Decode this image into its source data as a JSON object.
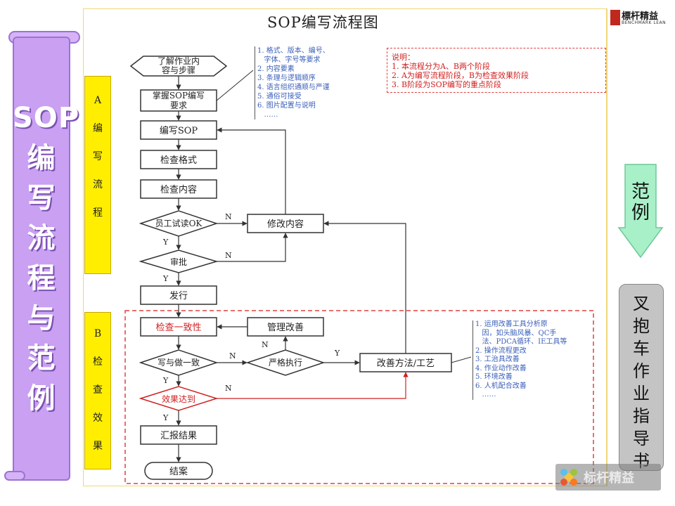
{
  "sidebar": {
    "title": "SOP编写流程与范例"
  },
  "slide": {
    "title": "SOP编写流程图"
  },
  "logo": {
    "cn": "標杆精益",
    "en": "BENCHMARK LEAN"
  },
  "stages": {
    "a": [
      "A",
      "编",
      "写",
      "流",
      "程"
    ],
    "b": [
      "B",
      "检",
      "查",
      "效",
      "果"
    ]
  },
  "flow": {
    "start": [
      "了解作业内",
      "容与步骤"
    ],
    "grasp": [
      "掌握SOP编写",
      "要求"
    ],
    "write": "编写SOP",
    "check_format": "检查格式",
    "check_content": "检查内容",
    "trial": "员工试读OK",
    "modify": "修改内容",
    "approve": "审批",
    "issue": "发行",
    "consistency": "检查一致性",
    "mgmt": "管理改善",
    "write_do": "写与做一致",
    "strict": "严格执行",
    "improve": "改善方法/工艺",
    "effect": "效果达到",
    "report": "汇报结果",
    "close": "结案",
    "y": "Y",
    "n": "N"
  },
  "notes_top": [
    "1. 格式、版本、编号、",
    "   字体、字号等要求",
    "2. 内容要素",
    "3. 条理与逻辑顺序",
    "4. 语言组织通顺与严谨",
    "5. 通俗可接受",
    "6. 图片配置与说明",
    "   ……"
  ],
  "notes_red": [
    "说明：",
    "1. 本流程分为A、B两个阶段",
    "2. A为编写流程阶段，B为检查效果阶段",
    "3. B阶段为SOP编写的重点阶段"
  ],
  "notes_b": [
    "1. 运用改善工具分析原",
    "   因，如头脑风暴、QC手",
    "   法、PDCA循环、IE工具等",
    "2. 操作流程更改",
    "3. 工治具改善",
    "4. 作业动作改善",
    "5. 环境改善",
    "6. 人机配合改善",
    "   ……"
  ],
  "right": {
    "example": "范例",
    "doc": "叉抱车作业指导书",
    "watermark": "标杆精益"
  },
  "colors": {
    "sidebar": "#c9a0f2",
    "stage": "#ffee00",
    "arrow_green": "#a8f0c8",
    "red": "#d11f1f",
    "blue": "#3a5fb8"
  }
}
